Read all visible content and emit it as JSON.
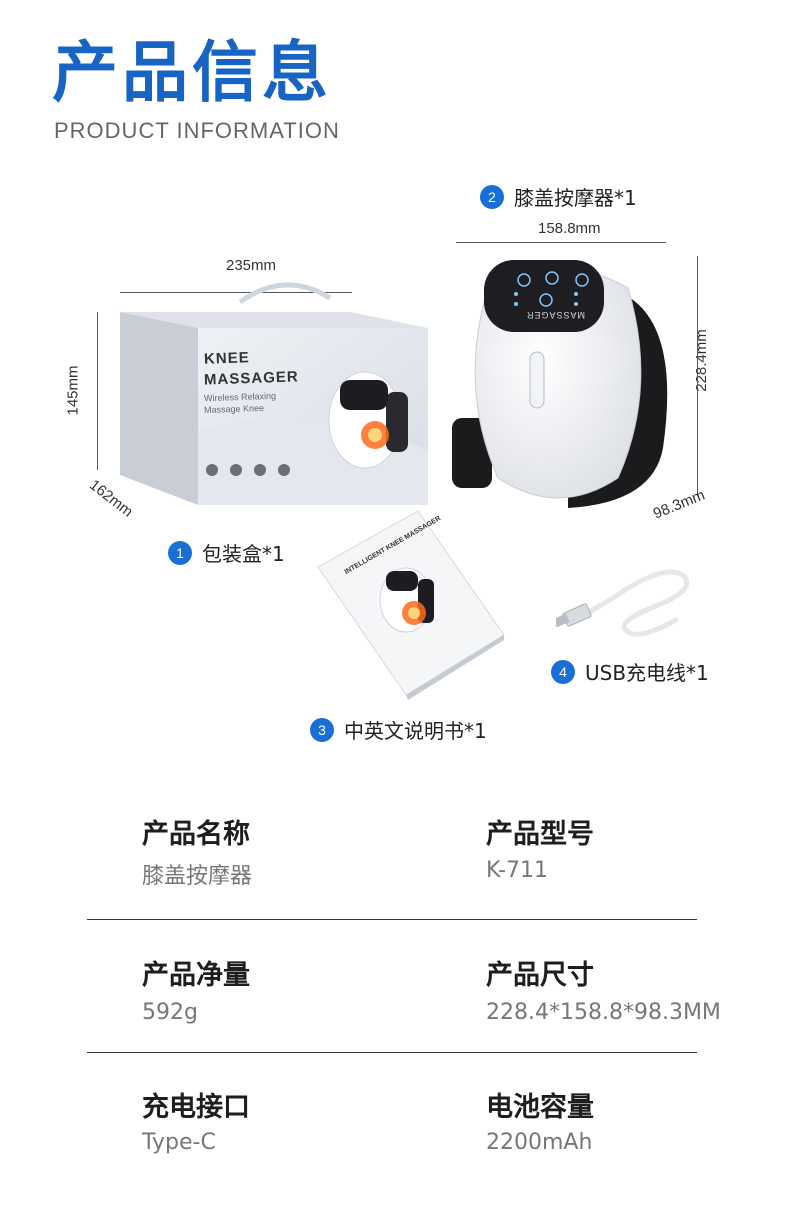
{
  "header": {
    "title_cn": "产品信息",
    "title_en": "PRODUCT INFORMATION"
  },
  "items": [
    {
      "num": "1",
      "label": "包装盒*1"
    },
    {
      "num": "2",
      "label": "膝盖按摩器*1"
    },
    {
      "num": "3",
      "label": "中英文说明书*1"
    },
    {
      "num": "4",
      "label": "USB充电线*1"
    }
  ],
  "dimensions": {
    "box_width": "235mm",
    "box_height": "145mm",
    "box_depth": "162mm",
    "device_width": "158.8mm",
    "device_height": "228.4mm",
    "device_depth": "98.3mm"
  },
  "box_text": {
    "line1": "KNEE",
    "line2": "MASSAGER",
    "line3": "Wireless Relaxing",
    "line4": "Massage Knee"
  },
  "device_text": {
    "brand": "MASSAGER"
  },
  "manual_text": {
    "title": "INTELLIGENT KNEE MASSAGER"
  },
  "specs": [
    {
      "label": "产品名称",
      "value": "膝盖按摩器"
    },
    {
      "label": "产品型号",
      "value": "K-711"
    },
    {
      "label": "产品净量",
      "value": "592g"
    },
    {
      "label": "产品尺寸",
      "value": "228.4*158.8*98.3MM"
    },
    {
      "label": "充电接口",
      "value": "Type-C"
    },
    {
      "label": "电池容量",
      "value": "2200mAh"
    }
  ],
  "colors": {
    "accent": "#1764c4",
    "badge": "#1a6fd6"
  }
}
